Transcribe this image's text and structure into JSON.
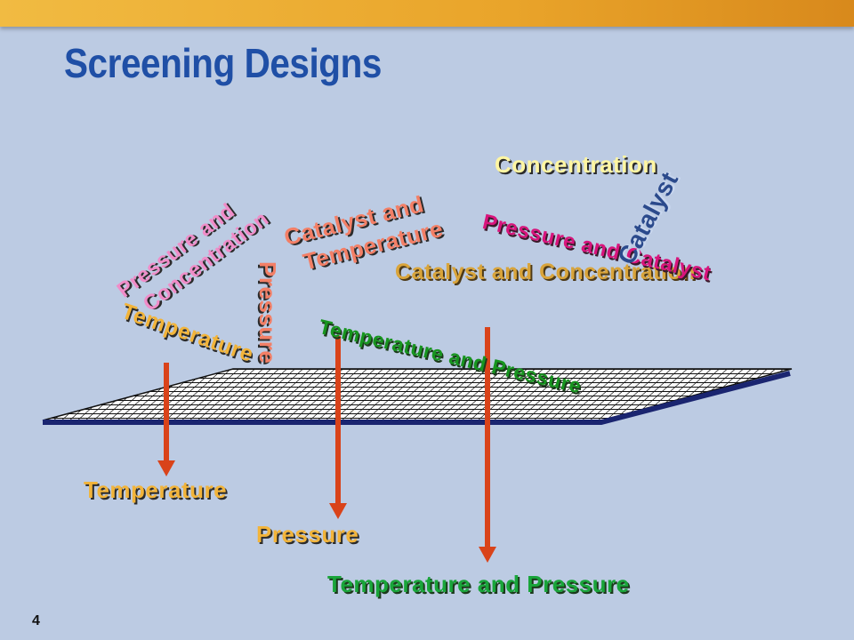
{
  "slide": {
    "title": "Screening Designs",
    "page_number": "4"
  },
  "labels": {
    "temperature_bottom": "Temperature",
    "pressure_bottom": "Pressure",
    "temp_pressure_bottom": "Temperature and Pressure",
    "temperature_top": "Temperature",
    "pressure_top": "Pressure",
    "temp_pressure_top": "Temperature and Pressure",
    "pressure_concentration": [
      "Pressure and",
      "Concentration"
    ],
    "catalyst_temperature": [
      "Catalyst and",
      "Temperature"
    ],
    "catalyst_concentration": "Catalyst and Concentration",
    "concentration": "Concentration",
    "catalyst": "Catalyst",
    "pressure_catalyst": "Pressure and Catalyst"
  },
  "colors": {
    "arrow": "#d9431a",
    "plane_edge": "#1a2570",
    "grid_line": "#111111"
  }
}
